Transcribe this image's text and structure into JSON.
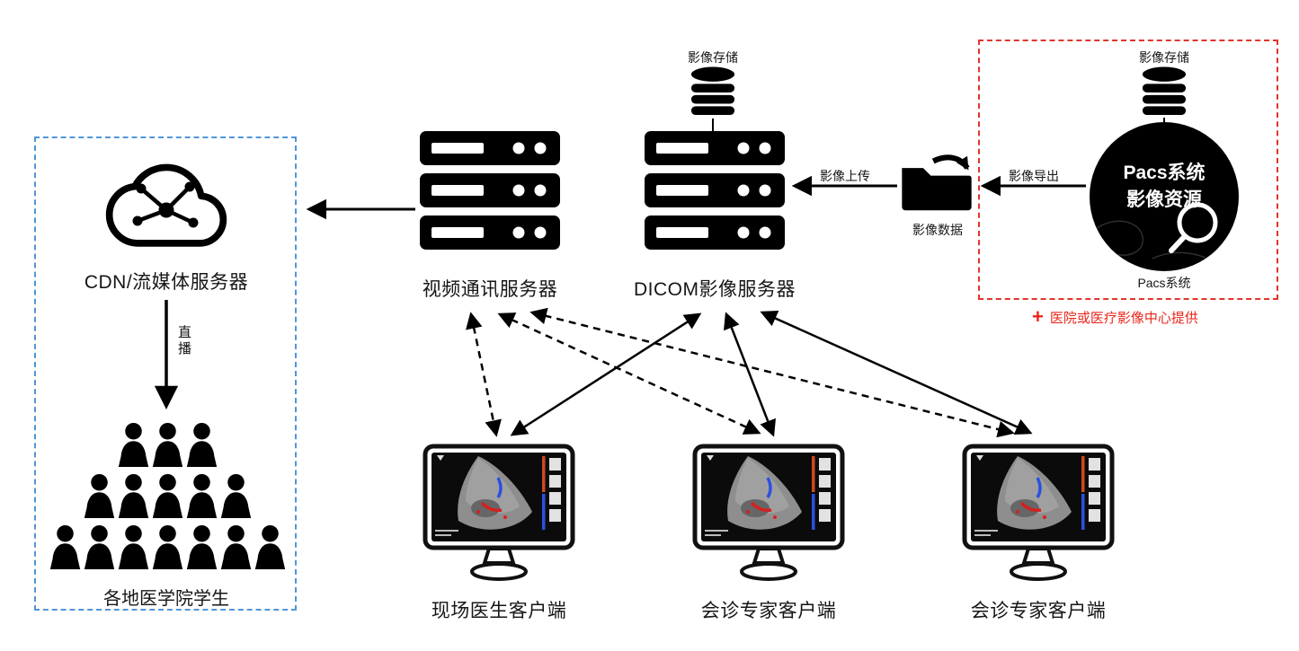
{
  "pacs_box": {
    "storage_label": "影像存储",
    "circle_title": "Pacs系统",
    "circle_subtitle": "影像资源",
    "caption": "Pacs系统",
    "note_plus": "+",
    "note_text": "医院或医疗影像中心提供"
  },
  "flow": {
    "export_label": "影像导出",
    "folder_label": "影像数据",
    "upload_label": "影像上传"
  },
  "dicom_server": {
    "storage_label": "影像存储",
    "label": "DICOM影像服务器"
  },
  "video_server": {
    "label": "视频通讯服务器"
  },
  "cdn": {
    "label": "CDN/流媒体服务器",
    "live_label": "直播",
    "audience_label": "各地医学院学生"
  },
  "clients": [
    {
      "label": "现场医生客户端"
    },
    {
      "label": "会诊专家客户端"
    },
    {
      "label": "会诊专家客户端"
    }
  ],
  "colors": {
    "provider_box_red": "#e0352b",
    "note_red": "#e8271c",
    "cdn_box_blue": "#4f96d8",
    "node_black": "#000000"
  }
}
